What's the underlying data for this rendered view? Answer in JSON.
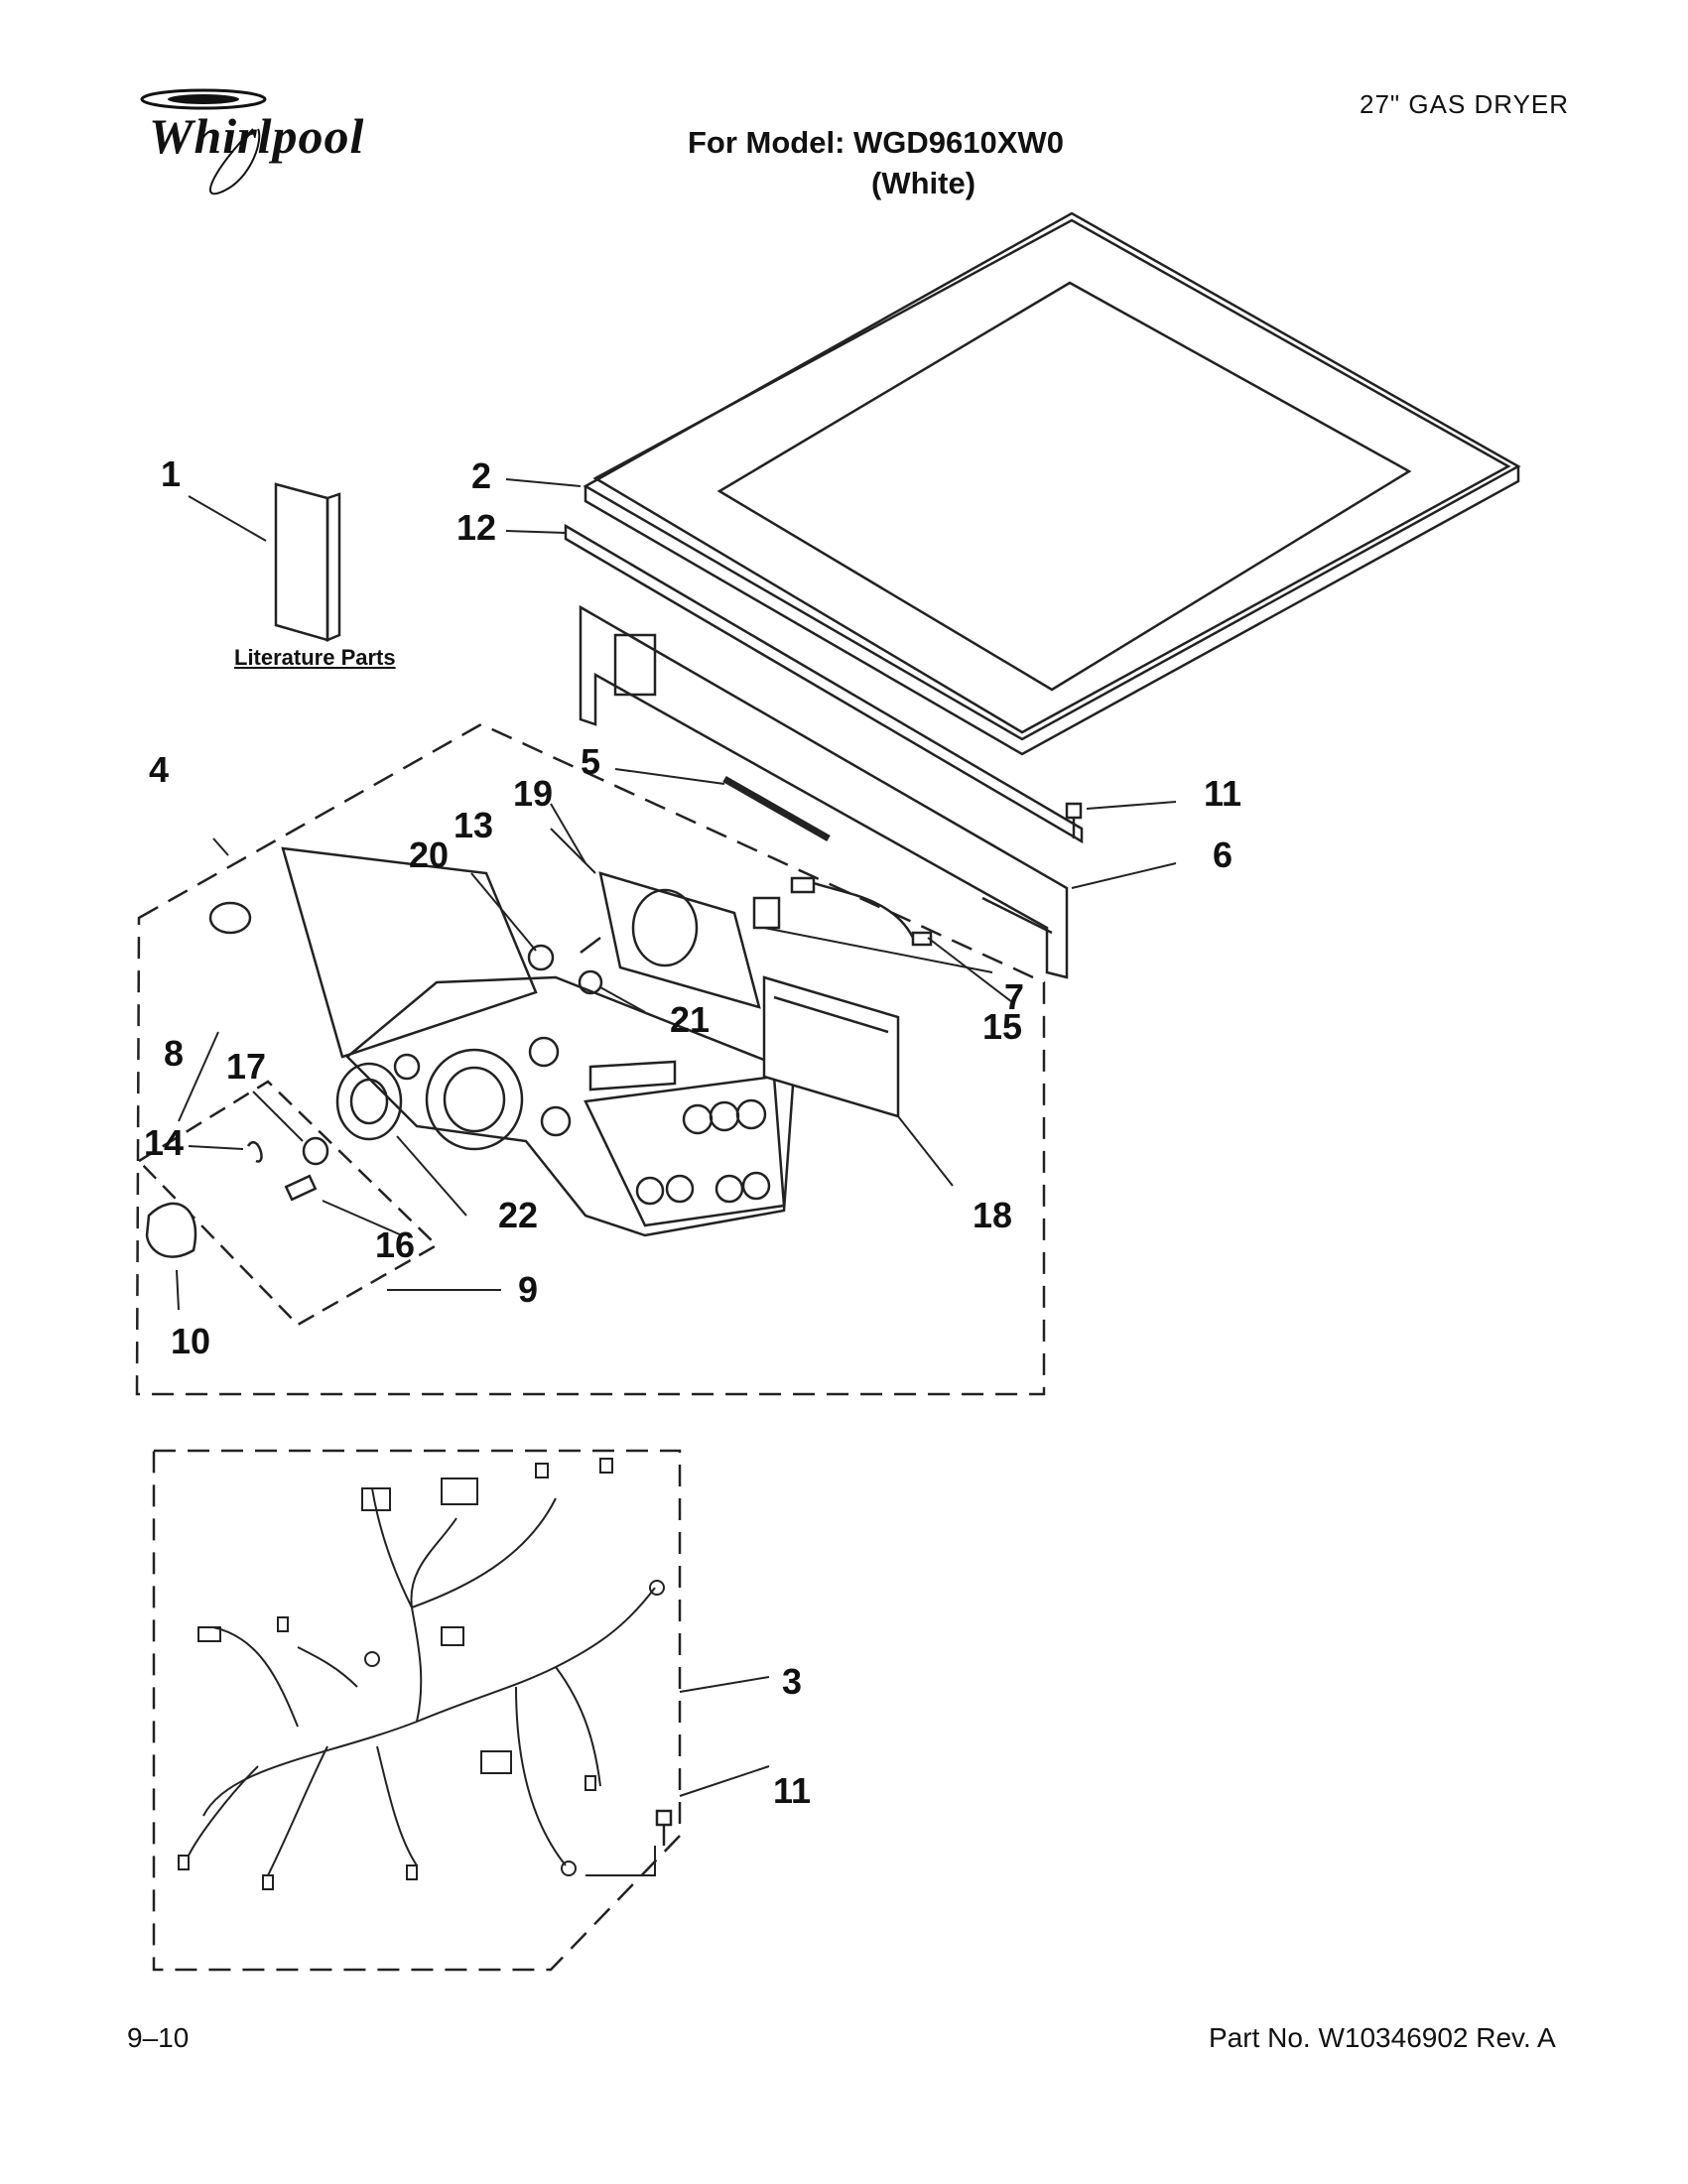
{
  "header": {
    "brand": "Whirlpool",
    "product_type": "27\" GAS DRYER",
    "model_line": "For Model: WGD9610XW0",
    "color_line": "(White)"
  },
  "literature_label": "Literature Parts",
  "callouts": {
    "c1": "1",
    "c2": "2",
    "c3": "3",
    "c4": "4",
    "c5": "5",
    "c6": "6",
    "c7": "7",
    "c8": "8",
    "c9": "9",
    "c10": "10",
    "c11a": "11",
    "c11b": "11",
    "c12": "12",
    "c13": "13",
    "c14": "14",
    "c15": "15",
    "c16": "16",
    "c17": "17",
    "c18": "18",
    "c19": "19",
    "c20": "20",
    "c21": "21",
    "c22": "22"
  },
  "footer": {
    "page": "9–10",
    "part_no": "Part No. W10346902 Rev. A"
  }
}
